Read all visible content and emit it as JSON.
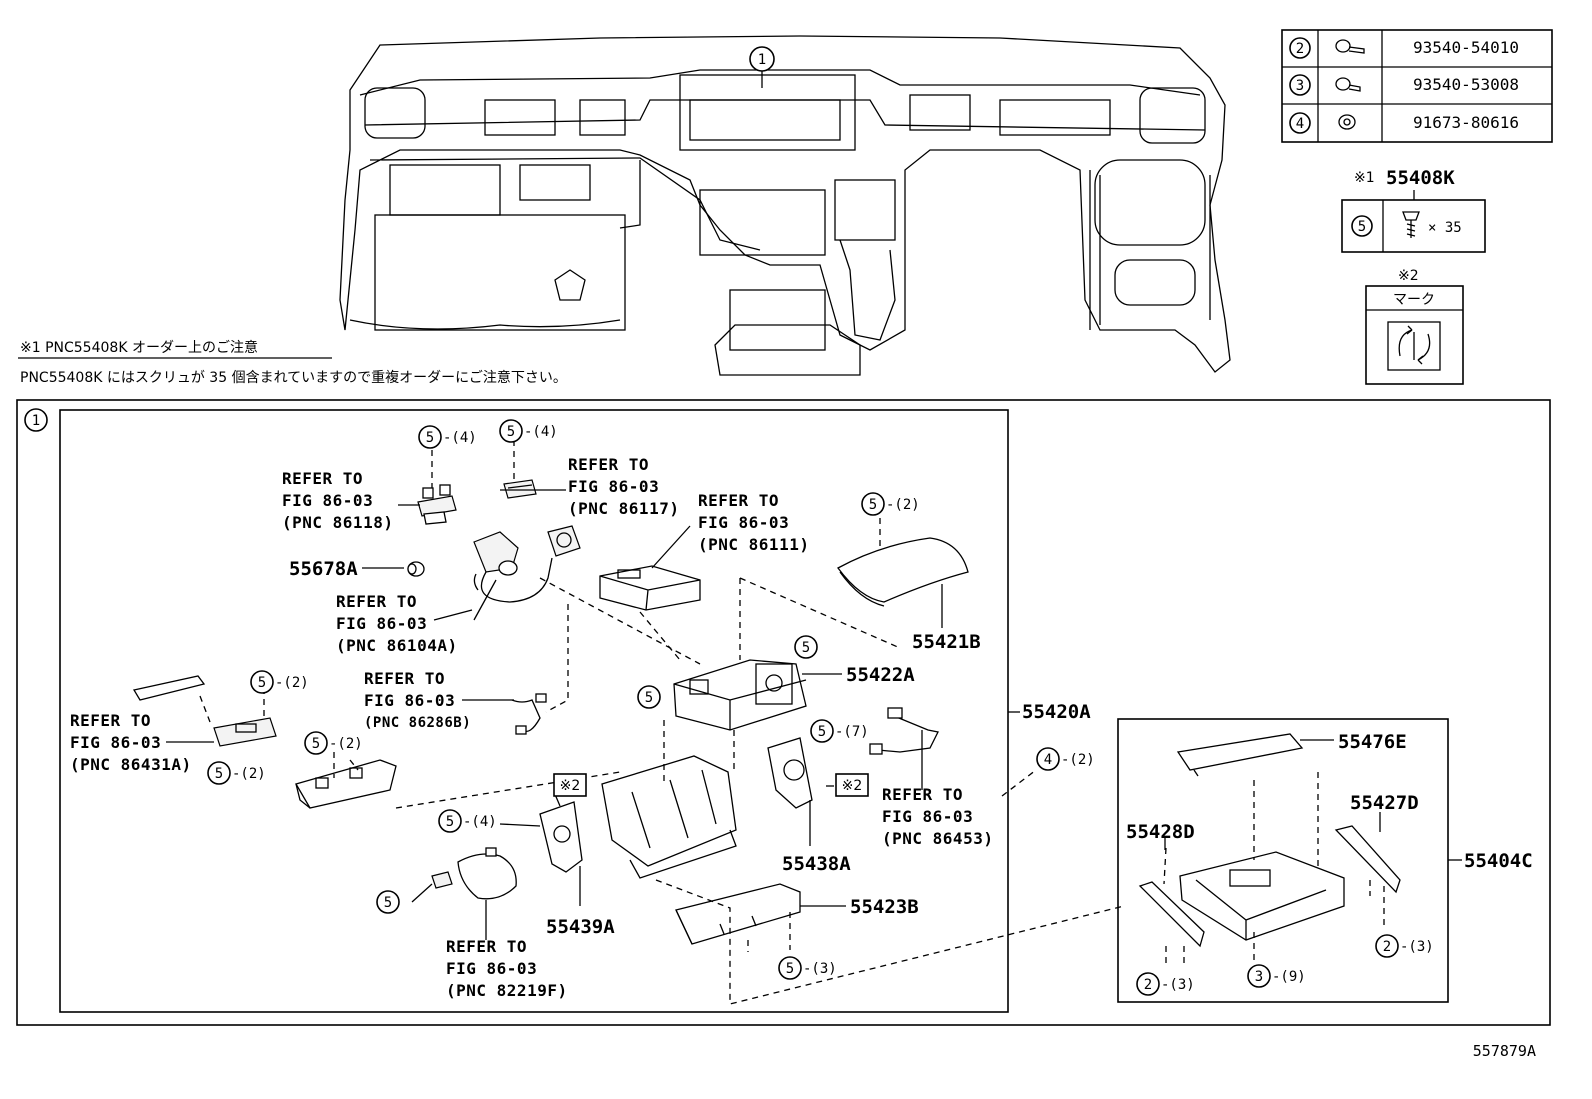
{
  "fastener_table": [
    {
      "circle": "2",
      "part": "93540-54010"
    },
    {
      "circle": "3",
      "part": "93540-53008"
    },
    {
      "circle": "4",
      "part": "91673-80616"
    }
  ],
  "screw_kit": {
    "mark": "※1",
    "part": "55408K",
    "circle": "5",
    "qty": "× 35"
  },
  "mark_box": {
    "mark": "※2",
    "label": "マーク"
  },
  "note": {
    "title": "※1  PNC55408K オーダー上のご注意",
    "body": "PNC55408K にはスクリュが 35 個含まれていますので重複オーダーにご注意下さい。"
  },
  "section_circle": "1",
  "top_circle": "1",
  "callouts": {
    "c1": "5",
    "q1": "-(4)",
    "c2": "5",
    "q2": "-(4)",
    "c3": "5",
    "q3": "-(2)",
    "c4": "5",
    "c5": "5",
    "c6": "5",
    "q6": "-(2)",
    "c7": "5",
    "q7": "-(2)",
    "c8": "5",
    "q8": "-(2)",
    "c9": "5",
    "q9": "-(7)",
    "c10": "4",
    "q10": "-(2)",
    "c11": "5",
    "q11": "-(4)",
    "c12": "5",
    "c13": "5",
    "q13": "-(3)",
    "c14": "2",
    "q14": "-(3)",
    "c15": "3",
    "q15": "-(9)",
    "c16": "2",
    "q16": "-(3)",
    "m1": "※2",
    "m2": "※2"
  },
  "part_labels": {
    "p55678A": "55678A",
    "p55421B": "55421B",
    "p55422A": "55422A",
    "p55420A": "55420A",
    "p55438A": "55438A",
    "p55439A": "55439A",
    "p55423B": "55423B",
    "p55476E": "55476E",
    "p55427D": "55427D",
    "p55428D": "55428D",
    "p55404C": "55404C"
  },
  "refer_to": {
    "r86118": [
      "REFER TO",
      "FIG 86-03",
      "(PNC 86118)"
    ],
    "r86117": [
      "REFER TO",
      "FIG 86-03",
      "(PNC 86117)"
    ],
    "r86111": [
      "REFER TO",
      "FIG 86-03",
      "(PNC 86111)"
    ],
    "r86104A": [
      "REFER TO",
      "FIG 86-03",
      "(PNC 86104A)"
    ],
    "r86286B": [
      "REFER TO",
      "FIG 86-03",
      "(PNC 86286B)"
    ],
    "r86431A": [
      "REFER TO",
      "FIG 86-03",
      "(PNC 86431A)"
    ],
    "r86453": [
      "REFER TO",
      "FIG 86-03",
      "(PNC 86453)"
    ],
    "r82219F": [
      "REFER TO",
      "FIG 86-03",
      "(PNC 82219F)"
    ]
  },
  "figure_id": "557879A"
}
